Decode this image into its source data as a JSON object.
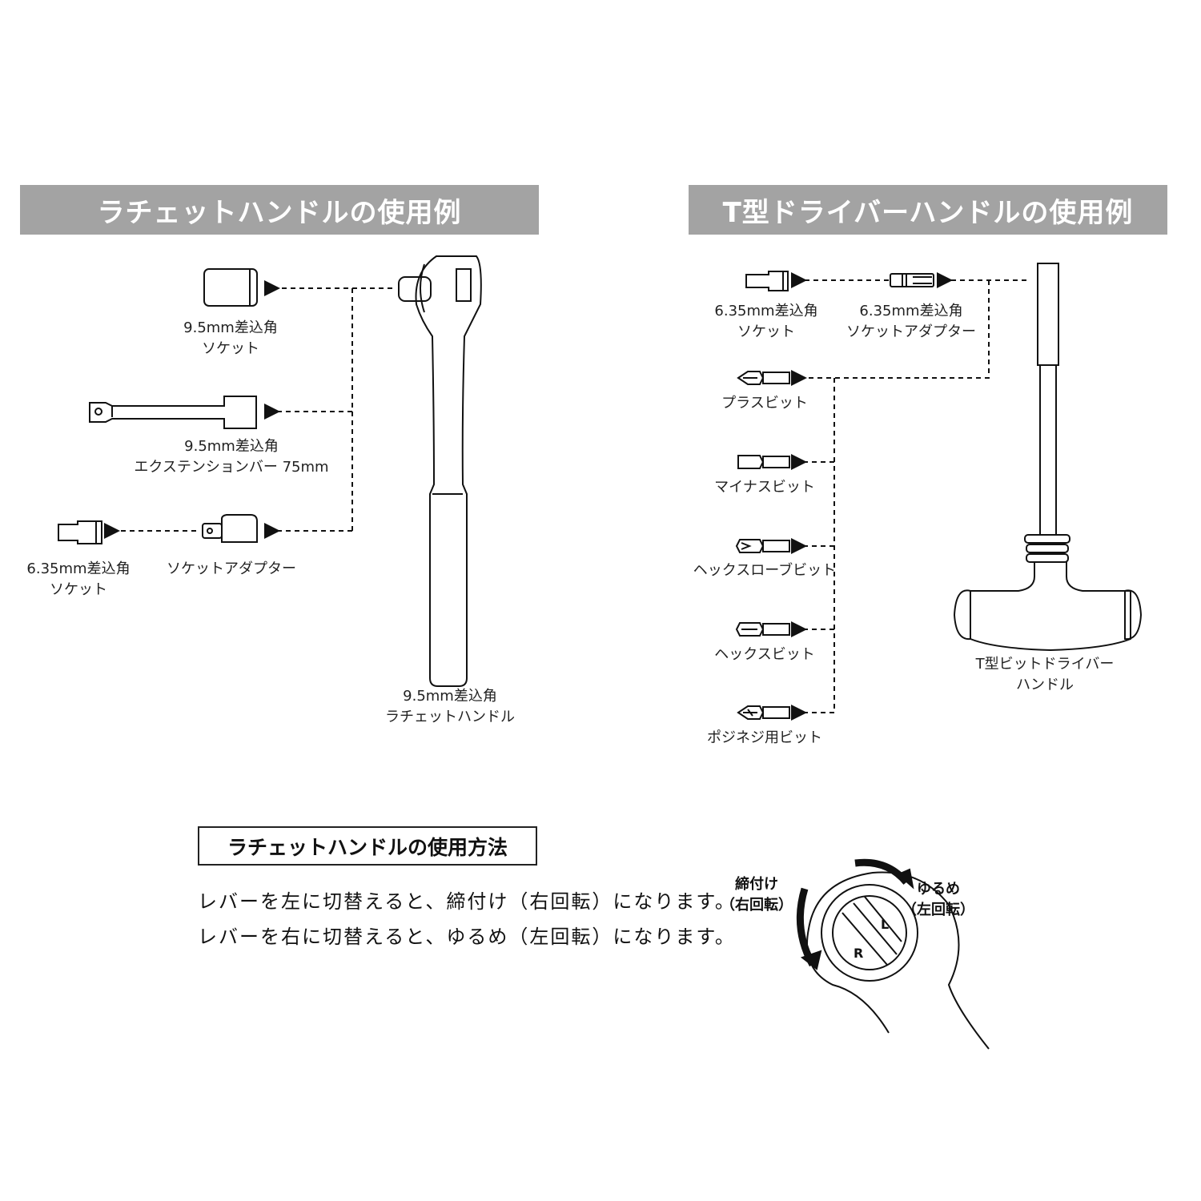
{
  "left_section": {
    "title": "ラチェットハンドルの使用例",
    "items": [
      {
        "line1": "9.5mm差込角",
        "line2": "ソケット"
      },
      {
        "line1": "9.5mm差込角",
        "line2": "エクステンションバー 75mm"
      },
      {
        "line1": "ソケットアダプター"
      },
      {
        "line1": "6.35mm差込角",
        "line2": "ソケット"
      },
      {
        "line1": "9.5mm差込角",
        "line2": "ラチェットハンドル"
      }
    ]
  },
  "right_section": {
    "title": "T型ドライバーハンドルの使用例",
    "items": [
      {
        "line1": "6.35mm差込角",
        "line2": "ソケット"
      },
      {
        "line1": "6.35mm差込角",
        "line2": "ソケットアダプター"
      },
      {
        "line1": "プラスビット"
      },
      {
        "line1": "マイナスビット"
      },
      {
        "line1": "ヘックスローブビット"
      },
      {
        "line1": "ヘックスビット"
      },
      {
        "line1": "ポジネジ用ビット"
      },
      {
        "line1": "T型ビットドライバー",
        "line2": "ハンドル"
      }
    ]
  },
  "method": {
    "title": "ラチェットハンドルの使用方法",
    "line1": "レバーを左に切替えると、締付け（右回転）になります。",
    "line2": "レバーを右に切替えると、ゆるめ（左回転）になります。",
    "tighten": {
      "line1": "締付け",
      "line2": "（右回転）"
    },
    "loosen": {
      "line1": "ゆるめ",
      "line2": "（左回転）"
    },
    "lever_marks": {
      "right": "R",
      "left": "L"
    }
  },
  "colors": {
    "header_bg": "#a3a3a3",
    "ink": "#111111"
  }
}
